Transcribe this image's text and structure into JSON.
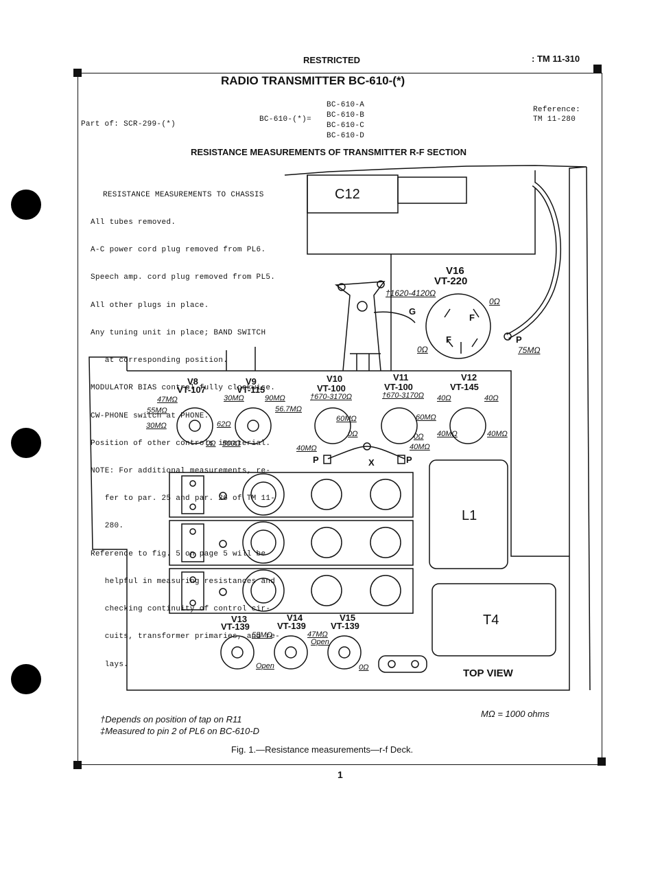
{
  "header": {
    "classification": "RESTRICTED",
    "doc_number": ":  TM 11-310",
    "title": "RADIO TRANSMITTER BC-610-(*)"
  },
  "part_of": "Part of:  SCR-299-(*)",
  "models": {
    "prefix": "BC-610-(*)=",
    "list": [
      "BC-610-A",
      "BC-610-B",
      "BC-610-C",
      "BC-610-D"
    ]
  },
  "reference": {
    "label": "Reference:",
    "value": "TM 11-280"
  },
  "section_title": "RESISTANCE MEASUREMENTS OF TRANSMITTER  R-F SECTION",
  "notes": {
    "heading": "RESISTANCE MEASUREMENTS TO CHASSIS",
    "lines": [
      "All tubes removed.",
      "A-C power cord plug removed from PL6.",
      "Speech amp. cord plug removed from PL5.",
      "All other plugs in place.",
      "Any tuning unit in place; BAND SWITCH",
      "   at corresponding position.",
      "MODULATOR BIAS control fully clockwise.",
      "CW-PHONE switch at PHONE.",
      "Position of other controls immaterial.",
      "NOTE: For additional measurements, re-",
      "   fer to par. 25 and par. 26 of TM 11-",
      "   280.",
      "Reference to fig. 5 on page 5 will be",
      "   helpful in measuring resistances and",
      "   checking continuity of control cir-",
      "   cuits, transformer primaries, and re-",
      "   lays."
    ]
  },
  "diagram": {
    "c12": "C12",
    "v16": {
      "ref": "V16",
      "type": "VT-220"
    },
    "v16_labels": {
      "g_range": "†1620-4120Ω",
      "g": "G",
      "f1": "F",
      "f2": "F",
      "zero1": "0Ω",
      "zero2": "0Ω",
      "p": "P",
      "p_val": "75MΩ"
    },
    "tubes": [
      {
        "ref": "V8",
        "type": "VT-107"
      },
      {
        "ref": "V9",
        "type": "VT-115"
      },
      {
        "ref": "V10",
        "type": "VT-100"
      },
      {
        "ref": "V11",
        "type": "VT-100"
      },
      {
        "ref": "V12",
        "type": "VT-145"
      }
    ],
    "values": {
      "v8_a": "47MΩ",
      "v8_b": "55MΩ",
      "v8_c": "30MΩ",
      "v8_d": "0Ω",
      "v9_a": "30MΩ",
      "v9_b": "90MΩ",
      "v9_c": "56.7MΩ",
      "v9_d": "62Ω",
      "v9_e": "500Ω",
      "v10_a": "†670-3170Ω",
      "v10_b": "60MΩ",
      "v10_c": "0Ω",
      "v11_a": "†670-3170Ω",
      "v11_b": "60MΩ",
      "v11_c": "0Ω",
      "v12_a": "40Ω",
      "v12_b": "40Ω",
      "v12_c": "40MΩ",
      "v12_d": "40MΩ",
      "p_left_val": "40MΩ",
      "p_right_val": "40MΩ",
      "p_left": "P",
      "p_right": "P",
      "x": "X"
    },
    "l1": "L1",
    "t4": "T4",
    "top_view": "TOP VIEW",
    "lower_tubes": [
      {
        "ref": "V13",
        "type": "VT-139"
      },
      {
        "ref": "V14",
        "type": "VT-139"
      },
      {
        "ref": "V15",
        "type": "VT-139"
      }
    ],
    "lower_values": {
      "v13_a": "55MΩ",
      "v13_b": "Open",
      "v14_a": "47MΩ",
      "v14_b": "Open",
      "v15_a": "0Ω"
    }
  },
  "footnotes": {
    "dagger": "†Depends on position of tap on R11",
    "ddagger": "‡Measured to pin 2 of PL6 on BC-610-D",
    "unit": "MΩ = 1000 ohms"
  },
  "caption": "Fig. 1.—Resistance measurements—r-f Deck.",
  "page_number": "1"
}
